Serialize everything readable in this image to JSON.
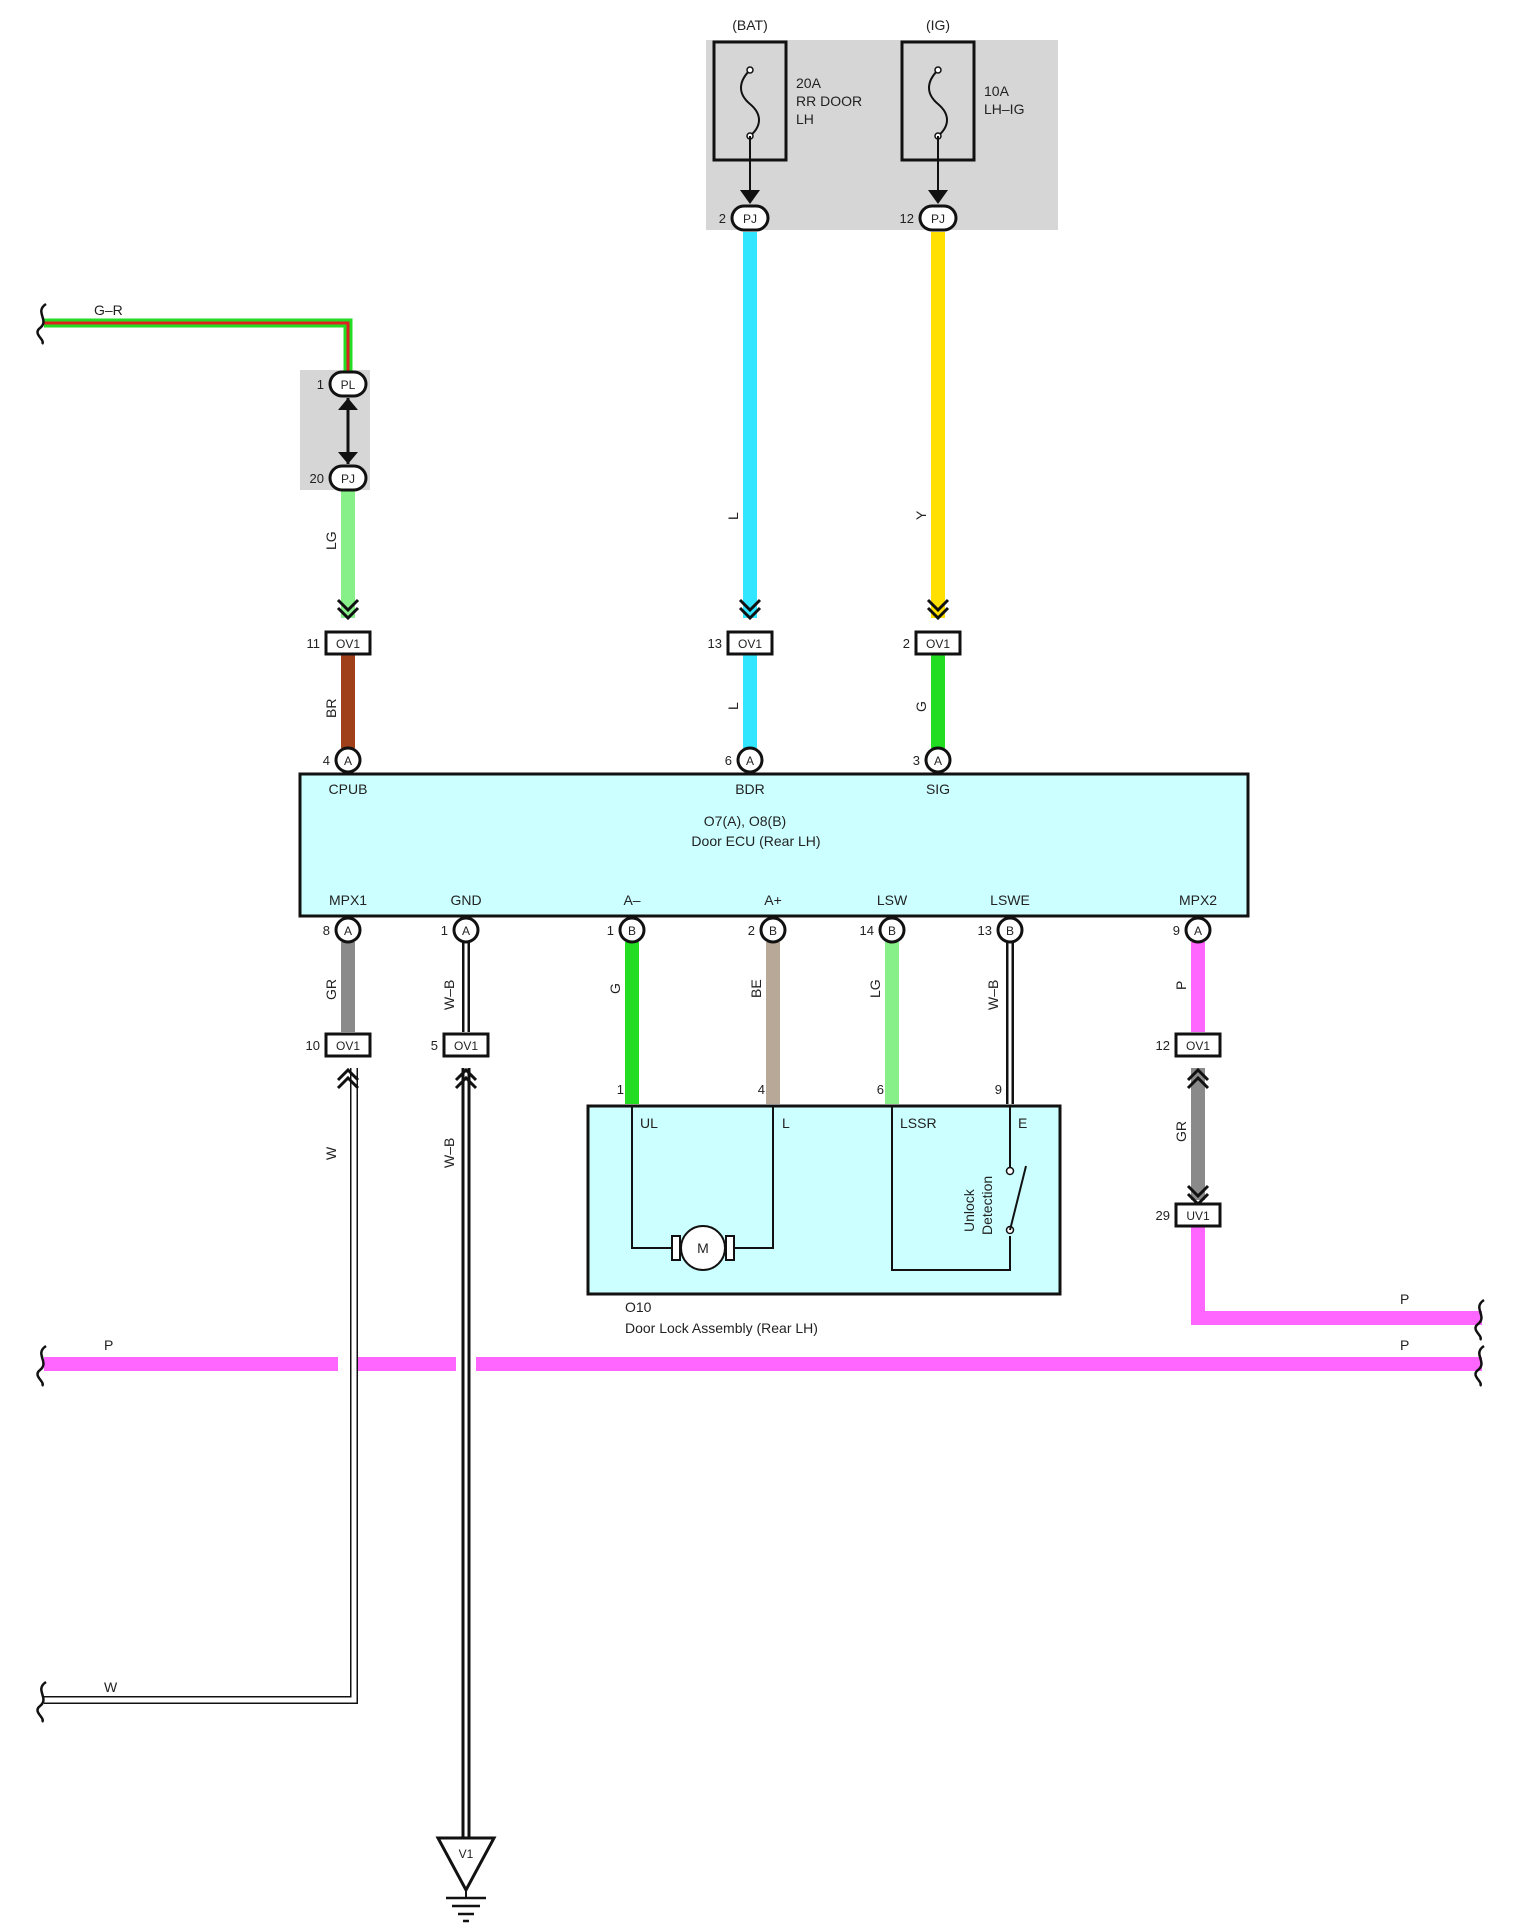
{
  "fuses": {
    "bat": {
      "source": "(BAT)",
      "line1": "20A",
      "line2": "RR DOOR",
      "line3": "LH"
    },
    "ig": {
      "source": "(IG)",
      "line1": "10A",
      "line2": "LH–IG"
    }
  },
  "connectors": {
    "pj_2": {
      "pin": "2",
      "name": "PJ"
    },
    "pj_12": {
      "pin": "12",
      "name": "PJ"
    },
    "pl_1": {
      "pin": "1",
      "name": "PL"
    },
    "pj_20": {
      "pin": "20",
      "name": "PJ"
    },
    "ov1_11": {
      "pin": "11",
      "name": "OV1"
    },
    "ov1_13": {
      "pin": "13",
      "name": "OV1"
    },
    "ov1_2": {
      "pin": "2",
      "name": "OV1"
    },
    "ov1_10": {
      "pin": "10",
      "name": "OV1"
    },
    "ov1_5": {
      "pin": "5",
      "name": "OV1"
    },
    "ov1_12": {
      "pin": "12",
      "name": "OV1"
    },
    "uv1_29": {
      "pin": "29",
      "name": "UV1"
    },
    "v1": {
      "name": "V1"
    }
  },
  "ecu": {
    "code": "O7(A), O8(B)",
    "name": "Door ECU (Rear LH)",
    "top_pins": [
      {
        "num": "4",
        "conn": "A",
        "label": "CPUB"
      },
      {
        "num": "6",
        "conn": "A",
        "label": "BDR"
      },
      {
        "num": "3",
        "conn": "A",
        "label": "SIG"
      }
    ],
    "bottom_pins": [
      {
        "num": "8",
        "conn": "A",
        "label": "MPX1"
      },
      {
        "num": "1",
        "conn": "A",
        "label": "GND"
      },
      {
        "num": "1",
        "conn": "B",
        "label": "A–"
      },
      {
        "num": "2",
        "conn": "B",
        "label": "A+"
      },
      {
        "num": "14",
        "conn": "B",
        "label": "LSW"
      },
      {
        "num": "13",
        "conn": "B",
        "label": "LSWE"
      },
      {
        "num": "9",
        "conn": "A",
        "label": "MPX2"
      }
    ]
  },
  "door_lock": {
    "code": "O10",
    "name": "Door Lock Assembly (Rear LH)",
    "pins": [
      {
        "num": "1",
        "label": "UL"
      },
      {
        "num": "4",
        "label": "L"
      },
      {
        "num": "6",
        "label": "LSSR"
      },
      {
        "num": "9",
        "label": "E"
      }
    ],
    "motor": "M",
    "switch_line1": "Unlock",
    "switch_line2": "Detection"
  },
  "wires": {
    "g_r": "G–R",
    "lg_upper": "LG",
    "br": "BR",
    "l_upper": "L",
    "l_lower": "L",
    "y": "Y",
    "g_sig": "G",
    "gr_mpx1": "GR",
    "wb_gnd": "W–B",
    "g_ul": "G",
    "be": "BE",
    "lg_lssr": "LG",
    "wb_e": "W–B",
    "p_mpx2": "P",
    "w_lower": "W",
    "wb_lower": "W–B",
    "gr_mpx2": "GR",
    "p_right_upper": "P",
    "p_right_lower": "P",
    "p_left": "P",
    "w_left": "W"
  },
  "colors": {
    "P": "#ff66ff",
    "L": "#33e6ff",
    "Y": "#ffe000",
    "G": "#22dd22",
    "LG": "#88f088",
    "BR": "#a0401a",
    "GR": "#8a8a8a",
    "BE": "#b8a898",
    "G-R_green": "#22dd22",
    "G-R_red": "#dd2222",
    "box_fill": "#ccffff",
    "junction_fill": "#d6d6d6"
  }
}
